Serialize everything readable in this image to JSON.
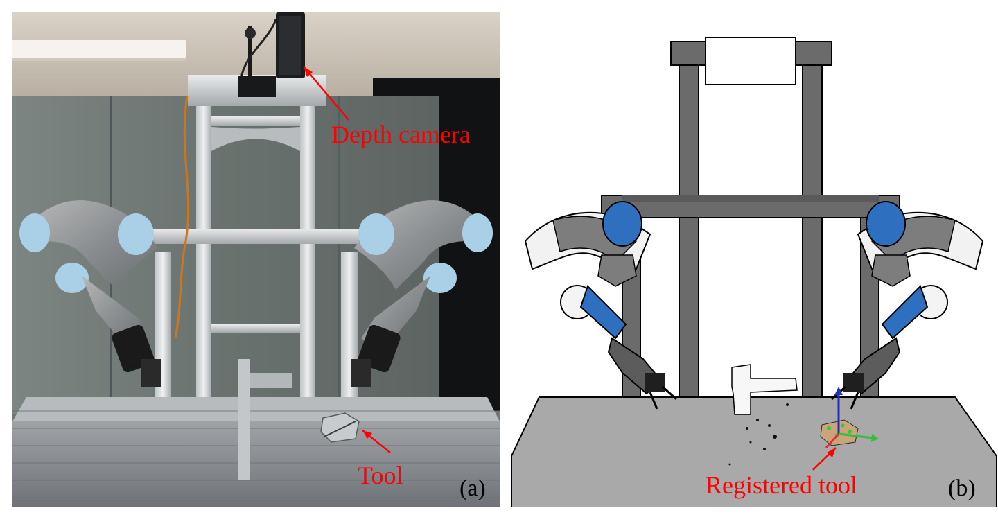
{
  "panel_a": {
    "tag": "(a)",
    "annotations": {
      "depth_camera": "Depth camera",
      "tool": "Tool"
    }
  },
  "panel_b": {
    "tag": "(b)",
    "annotations": {
      "registered_tool": "Registered tool"
    }
  },
  "colors": {
    "annotation": "#ff0000",
    "robot_joint_blue": "#2f6fbf",
    "frame_gray": "#6b6b6b",
    "table_gray": "#a9a9a9"
  }
}
